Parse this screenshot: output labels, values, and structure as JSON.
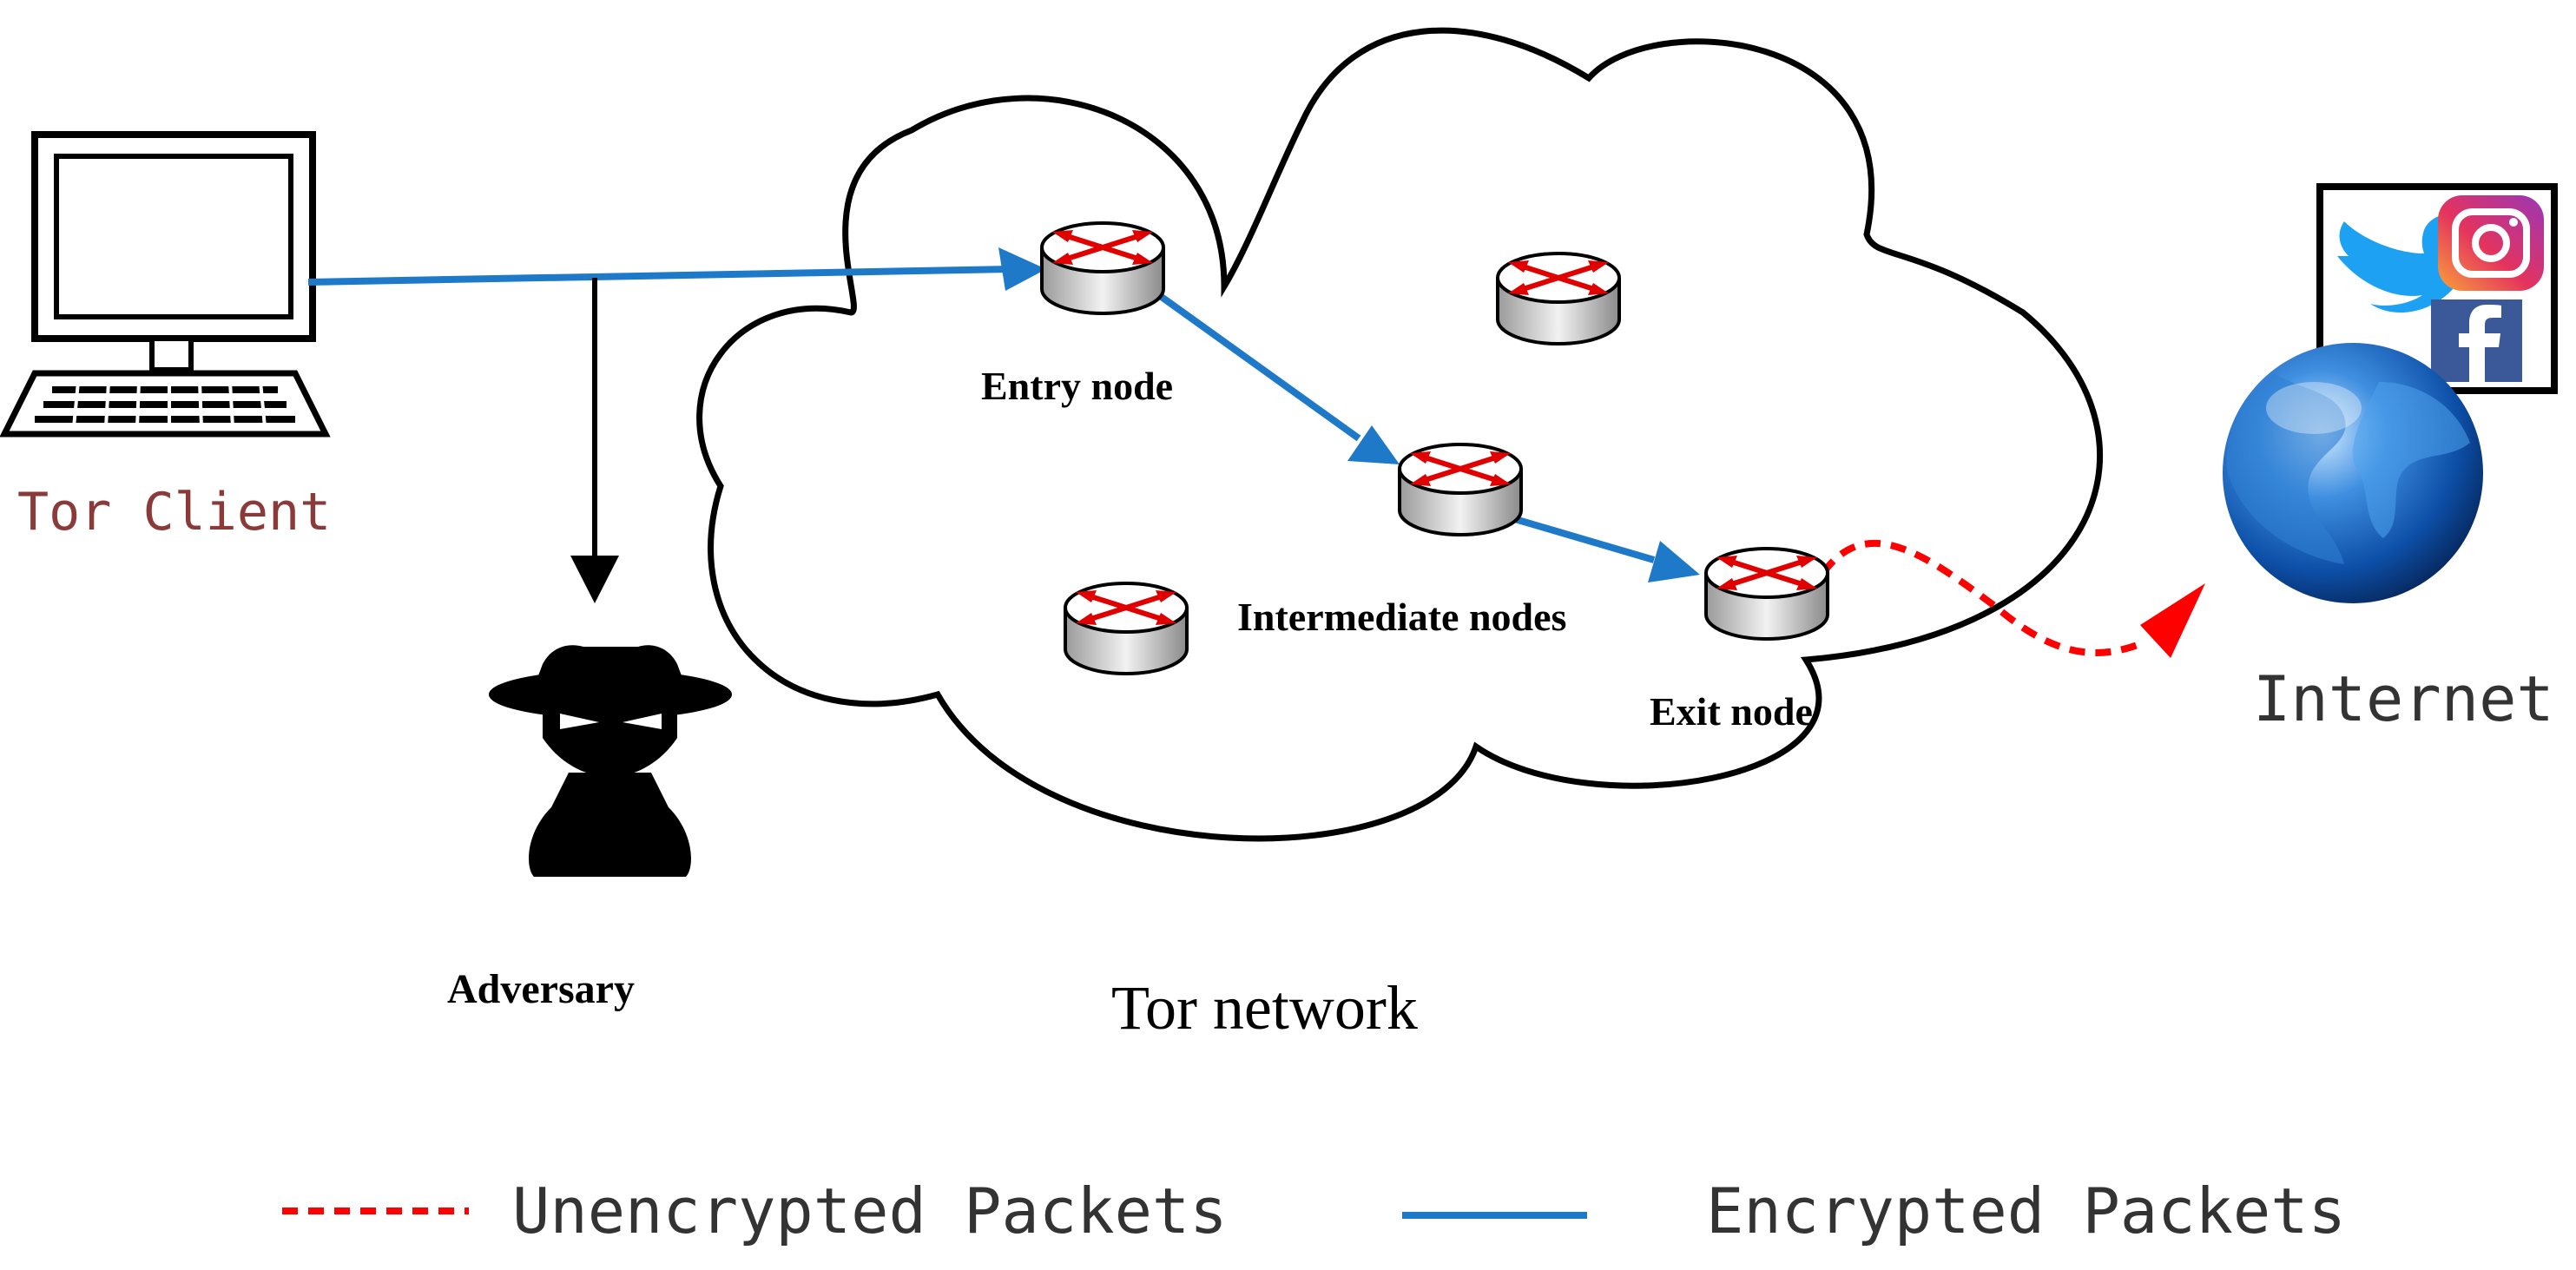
{
  "labels": {
    "tor_client": "Tor Client",
    "adversary": "Adversary",
    "entry_node": "Entry node",
    "intermediate_nodes": "Intermediate nodes",
    "exit_node": "Exit node",
    "tor_network": "Tor network",
    "internet": "Internet"
  },
  "legend": {
    "unencrypted": "Unencrypted Packets",
    "encrypted": "Encrypted Packets"
  },
  "icons": {
    "client": "desktop-computer-icon",
    "adversary": "spy-icon",
    "router": "router-icon",
    "globe": "globe-icon",
    "twitter": "twitter-icon",
    "instagram": "instagram-icon",
    "facebook": "facebook-icon"
  },
  "colors": {
    "encrypted": "#1e7ac8",
    "unencrypted": "#ff0000",
    "client_label": "#8b3a3a",
    "outline": "#000000"
  }
}
